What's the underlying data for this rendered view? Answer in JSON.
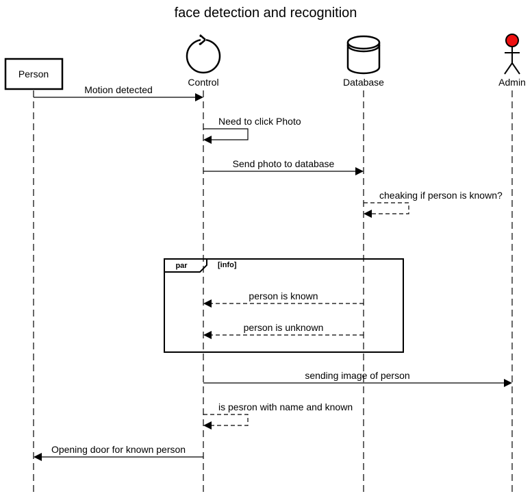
{
  "title": "face detection and recognition",
  "participants": [
    {
      "id": "person",
      "label": "Person",
      "kind": "box"
    },
    {
      "id": "control",
      "label": "Control",
      "kind": "control-icon"
    },
    {
      "id": "database",
      "label": "Database",
      "kind": "database-icon"
    },
    {
      "id": "admin",
      "label": "Admin",
      "kind": "actor-icon"
    }
  ],
  "messages": [
    {
      "label": "Motion detected",
      "from": "person",
      "to": "control",
      "style": "solid"
    },
    {
      "label": "Need to click Photo",
      "from": "control",
      "to": "control",
      "style": "solid"
    },
    {
      "label": "Send photo to database",
      "from": "control",
      "to": "database",
      "style": "solid"
    },
    {
      "label": "cheaking if person is known?",
      "from": "database",
      "to": "database",
      "style": "dashed"
    },
    {
      "label": "person is known",
      "from": "database",
      "to": "control",
      "style": "dashed"
    },
    {
      "label": "person is unknown",
      "from": "database",
      "to": "control",
      "style": "dashed"
    },
    {
      "label": "sending image of person",
      "from": "control",
      "to": "admin",
      "style": "solid"
    },
    {
      "label": "is pesron with name and known",
      "from": "control",
      "to": "control",
      "style": "dashed"
    },
    {
      "label": "Opening door for known person",
      "from": "control",
      "to": "person",
      "style": "solid"
    }
  ],
  "fragment": {
    "operator": "par",
    "guard": "[info]"
  },
  "colors": {
    "line": "#000000",
    "actor_head": "#ee1111",
    "background": "#ffffff"
  }
}
